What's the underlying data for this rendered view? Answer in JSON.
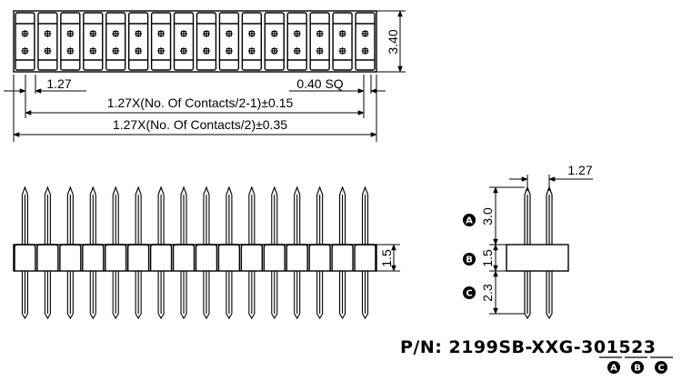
{
  "top_view": {
    "pitch_label": "1.27",
    "pin_size_label": "0.40 SQ",
    "row_height_label": "3.40",
    "span_pins_label": "1.27X(No. Of Contacts/2-1)±0.15",
    "span_body_label": "1.27X(No. Of Contacts/2)±0.35"
  },
  "front_view": {
    "body_height_label": "1.5"
  },
  "side_view": {
    "pitch_label": "1.27",
    "dim_a_label": "3.0",
    "dim_b_label": "1.5",
    "dim_c_label": "2.3",
    "markers": [
      "A",
      "B",
      "C"
    ]
  },
  "part_number": {
    "prefix": "P/N: 2199SB-XXG-",
    "code_a": "30",
    "code_b": "15",
    "code_c": "23",
    "markers": [
      "A",
      "B",
      "C"
    ]
  }
}
